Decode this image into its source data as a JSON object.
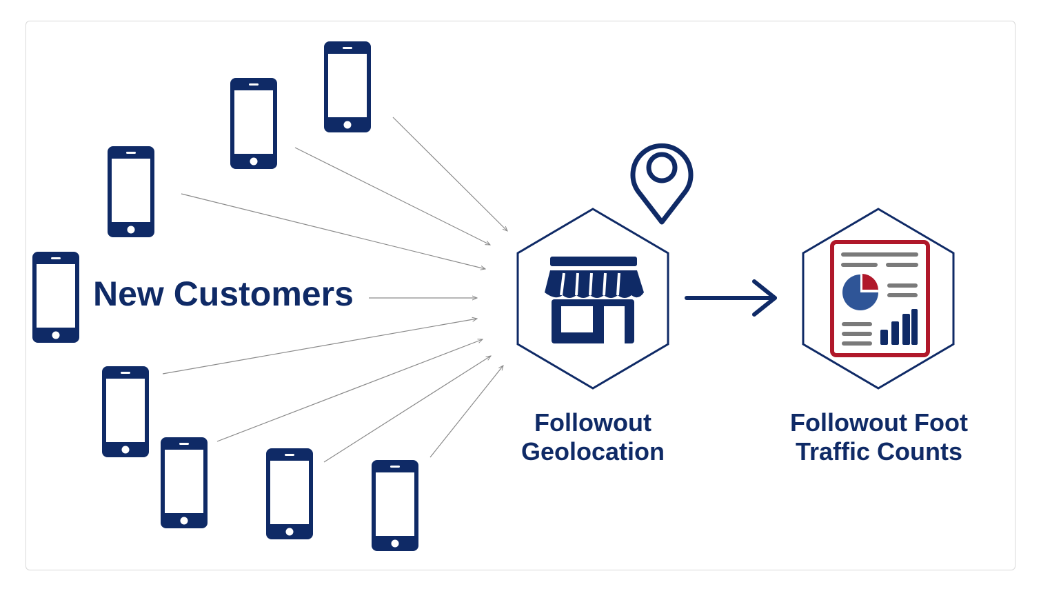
{
  "customers_label": "New Customers",
  "geolocation": {
    "line1": "Followout",
    "line2": "Geolocation"
  },
  "traffic": {
    "line1": "Followout Foot",
    "line2": "Traffic Counts"
  },
  "colors": {
    "navy": "#0f2a66",
    "red": "#b0182a",
    "connector": "#8a8a8a",
    "frame": "#d8d8d8"
  },
  "icons": [
    "phone-icon",
    "location-pin-icon",
    "storefront-icon",
    "report-icon",
    "arrow-right-icon"
  ]
}
